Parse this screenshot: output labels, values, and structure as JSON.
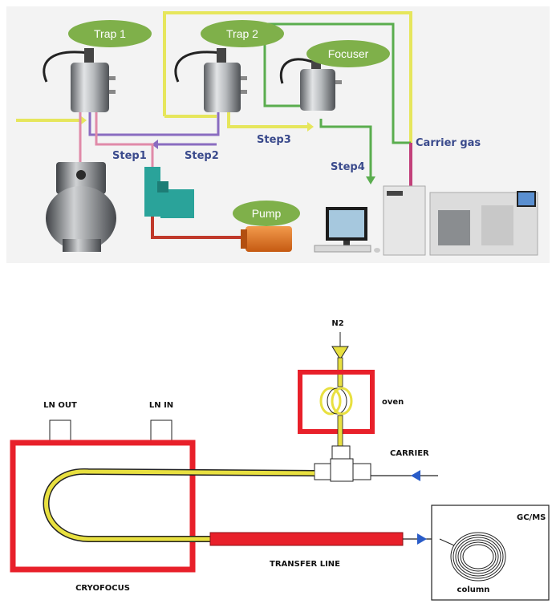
{
  "top": {
    "labels": {
      "trap1": "Trap 1",
      "trap2": "Trap 2",
      "focuser": "Focuser",
      "pump": "Pump",
      "step1": "Step1",
      "step2": "Step2",
      "step3": "Step3",
      "step4": "Step4",
      "carrier_gas": "Carrier gas"
    },
    "colors": {
      "badge": "#7fb04a",
      "yellow": "#e6e65c",
      "purple": "#8a6cc0",
      "pink": "#e08aa8",
      "green": "#5aad4e",
      "red": "#c0392b",
      "magenta": "#c2407a",
      "step_text": "#3a4a8c"
    }
  },
  "bottom": {
    "labels": {
      "n2": "N2",
      "oven": "oven",
      "ln_out": "LN OUT",
      "ln_in": "LN IN",
      "carrier": "CARRIER",
      "gcms": "GC/MS",
      "transfer_line": "TRANSFER LINE",
      "cryofocus": "CRYOFOCUS",
      "column": "column"
    },
    "colors": {
      "box": "#e8202a",
      "line": "#e8e040",
      "arrow": "#2a5cc8"
    }
  }
}
